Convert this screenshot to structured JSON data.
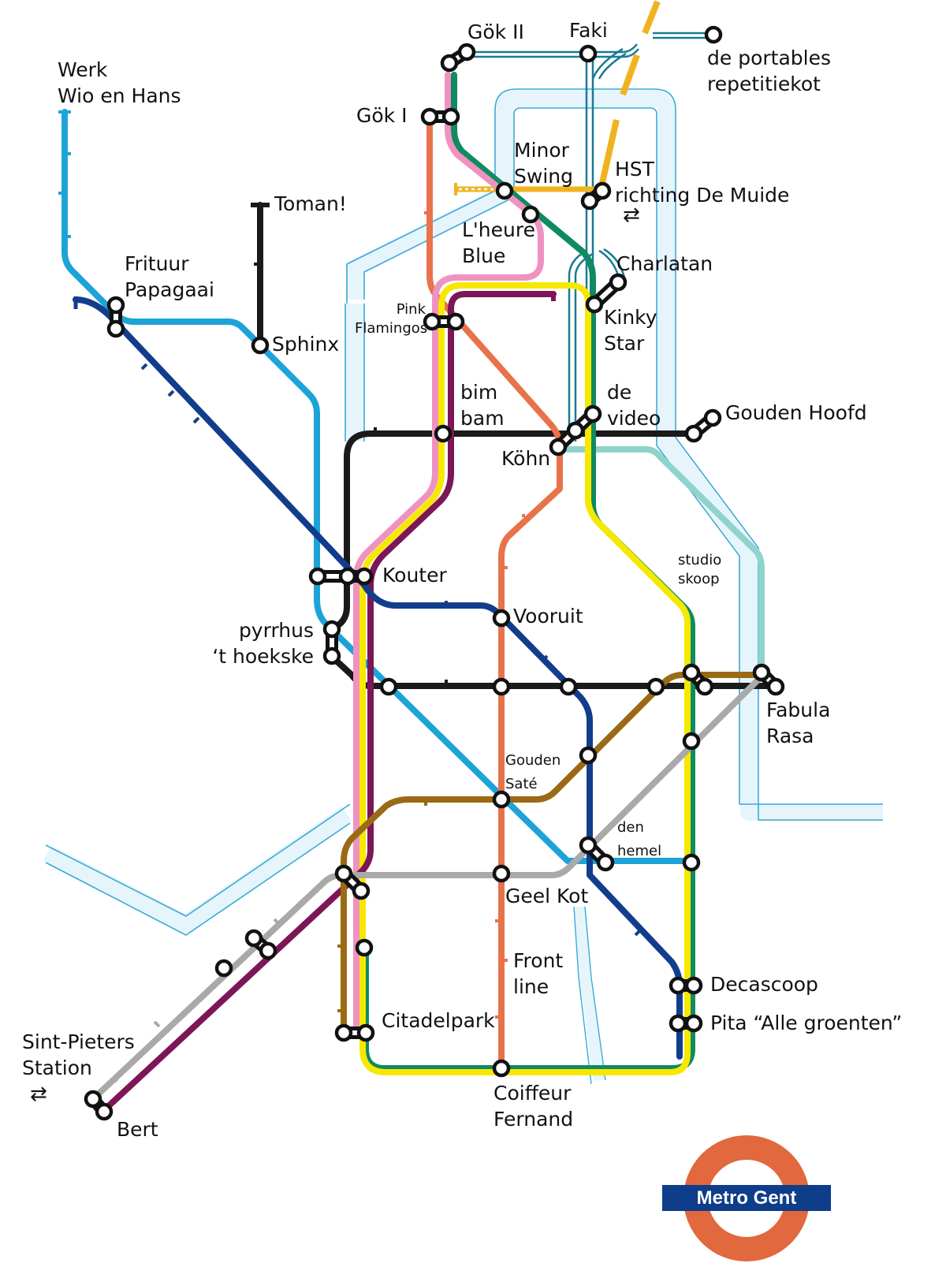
{
  "title": "Metro Gent",
  "colors": {
    "river_fill": "#e6f5fc",
    "river_edge": "#3aaad6",
    "light_blue": "#1ea3d9",
    "dark_blue": "#123d8c",
    "black": "#1a1a1a",
    "pink": "#ef92c2",
    "yellow": "#f7e800",
    "purple": "#7d1657",
    "green": "#0f8a62",
    "orange": "#e8734a",
    "brown": "#9a6a14",
    "grey": "#a9a9a9",
    "teal": "#1b7a93",
    "mint": "#8fd3cc",
    "hst_gold": "#f0b320",
    "logo_ring": "#e2683d",
    "logo_bar": "#0e3d8a"
  },
  "logo": {
    "text": "Metro Gent"
  },
  "rail_icon": "⇄",
  "stations": {
    "werk": "Werk\nWio en Hans",
    "toman": "Toman!",
    "frituur": "Frituur\nPapagaai",
    "sphinx": "Sphinx",
    "gok2": "Gök II",
    "faki": "Faki",
    "portables": "de portables\nrepetitiekot",
    "gok1": "Gök I",
    "minor_swing": "Minor\nSwing",
    "hst": "HST\nrichting De Muide",
    "lheure": "L'heure\nBlue",
    "charlatan": "Charlatan",
    "pink_flamingos": "Pink\nFlamingos",
    "kinky_star": "Kinky\nStar",
    "bim_bam": "bim\nbam",
    "de_video": "de\nvideo",
    "gouden_hoofd": "Gouden Hoofd",
    "kohn": "Köhn",
    "studio_skoop": "studio\nskoop",
    "kouter": "Kouter",
    "vooruit": "Vooruit",
    "pyrrhus": "pyrrhus\n‘t hoekske",
    "fabula_rasa": "Fabula\nRasa",
    "gouden_sate": "Gouden\nSaté",
    "den_hemel": "den\nhemel",
    "geel_kot": "Geel Kot",
    "front_line": "Front\nline",
    "decascoop": "Decascoop",
    "pita": "Pita “Alle groenten”",
    "citadelpark": "Citadelpark",
    "sint_pieters": "Sint-Pieters\nStation",
    "coiffeur": "Coiffeur\nFernand",
    "bert": "Bert"
  }
}
